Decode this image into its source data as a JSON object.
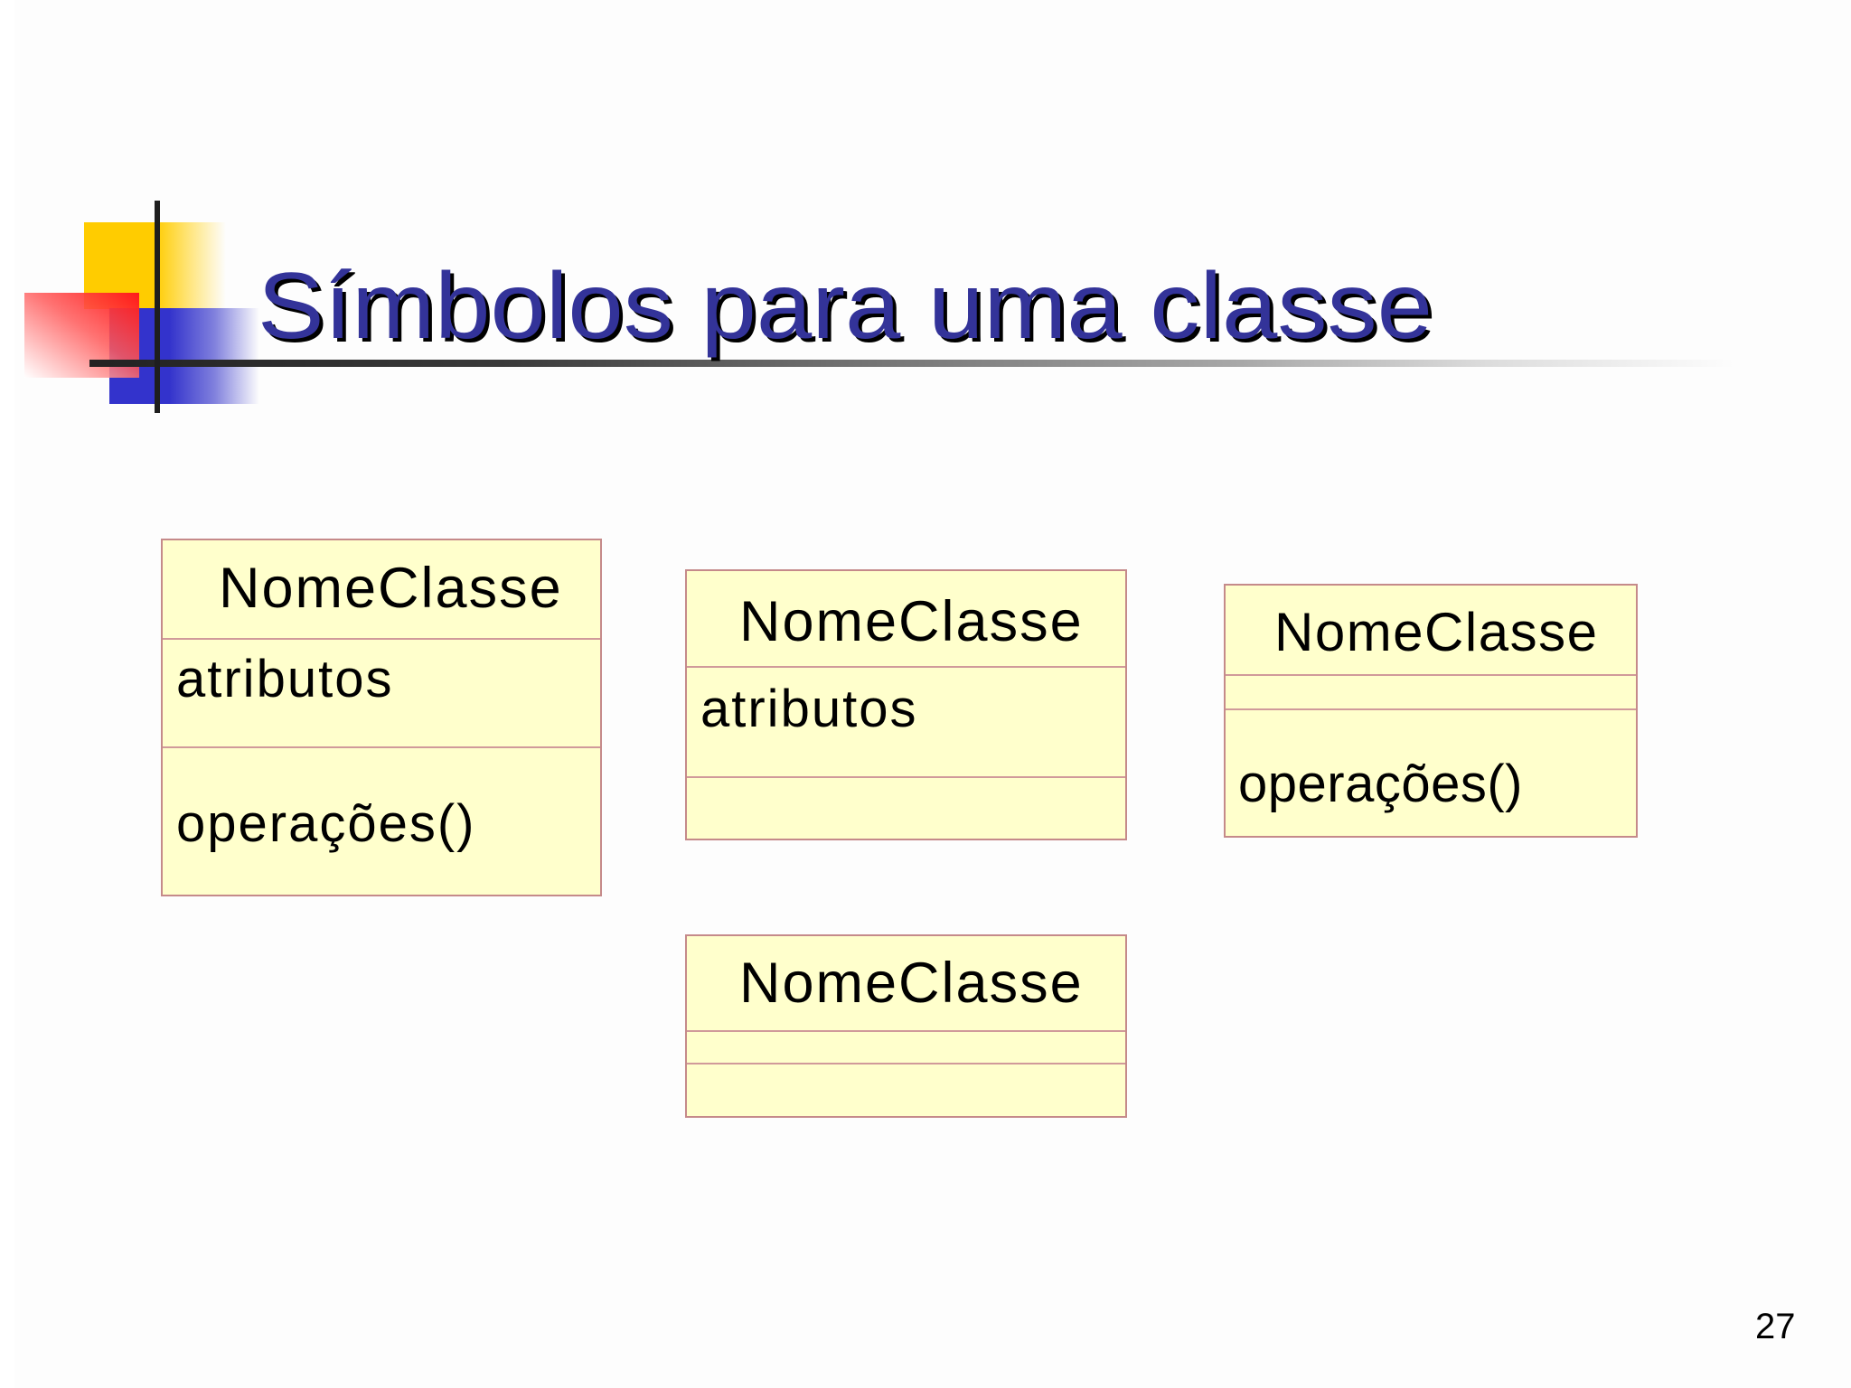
{
  "slide": {
    "title": "Símbolos para uma classe",
    "page_number": "27",
    "colors": {
      "title": "#333399",
      "title_shadow": "#000000",
      "box_fill": "#ffffcc",
      "box_border": "#c58a8a",
      "logo_yellow": "#ffcc00",
      "logo_red": "#ff1a1a",
      "logo_blue": "#3333cc"
    }
  },
  "class_boxes": [
    {
      "name": "NomeClasse",
      "attributes": "atributos",
      "operations": "operações()"
    },
    {
      "name": "NomeClasse",
      "attributes": "atributos",
      "operations": ""
    },
    {
      "name": "NomeClasse",
      "attributes": "",
      "operations": "operações()"
    },
    {
      "name": "NomeClasse",
      "attributes": "",
      "operations": ""
    }
  ]
}
